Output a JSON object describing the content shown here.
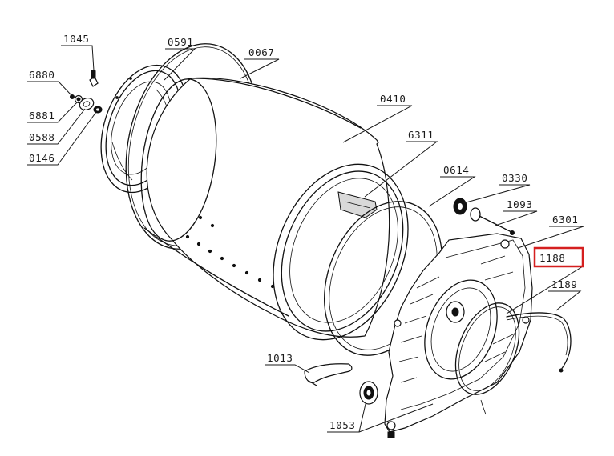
{
  "diagram": {
    "highlight_color": "#d51f1f",
    "highlighted_part": "1188",
    "labels": {
      "p1045": "1045",
      "p6880": "6880",
      "p6881": "6881",
      "p0588": "0588",
      "p0146": "0146",
      "p0591": "0591",
      "p0067": "0067",
      "p0410": "0410",
      "p6311": "6311",
      "p0614": "0614",
      "p0330": "0330",
      "p1093": "1093",
      "p6301": "6301",
      "p1188": "1188",
      "p1189": "1189",
      "p1013": "1013",
      "p1053": "1053"
    }
  }
}
